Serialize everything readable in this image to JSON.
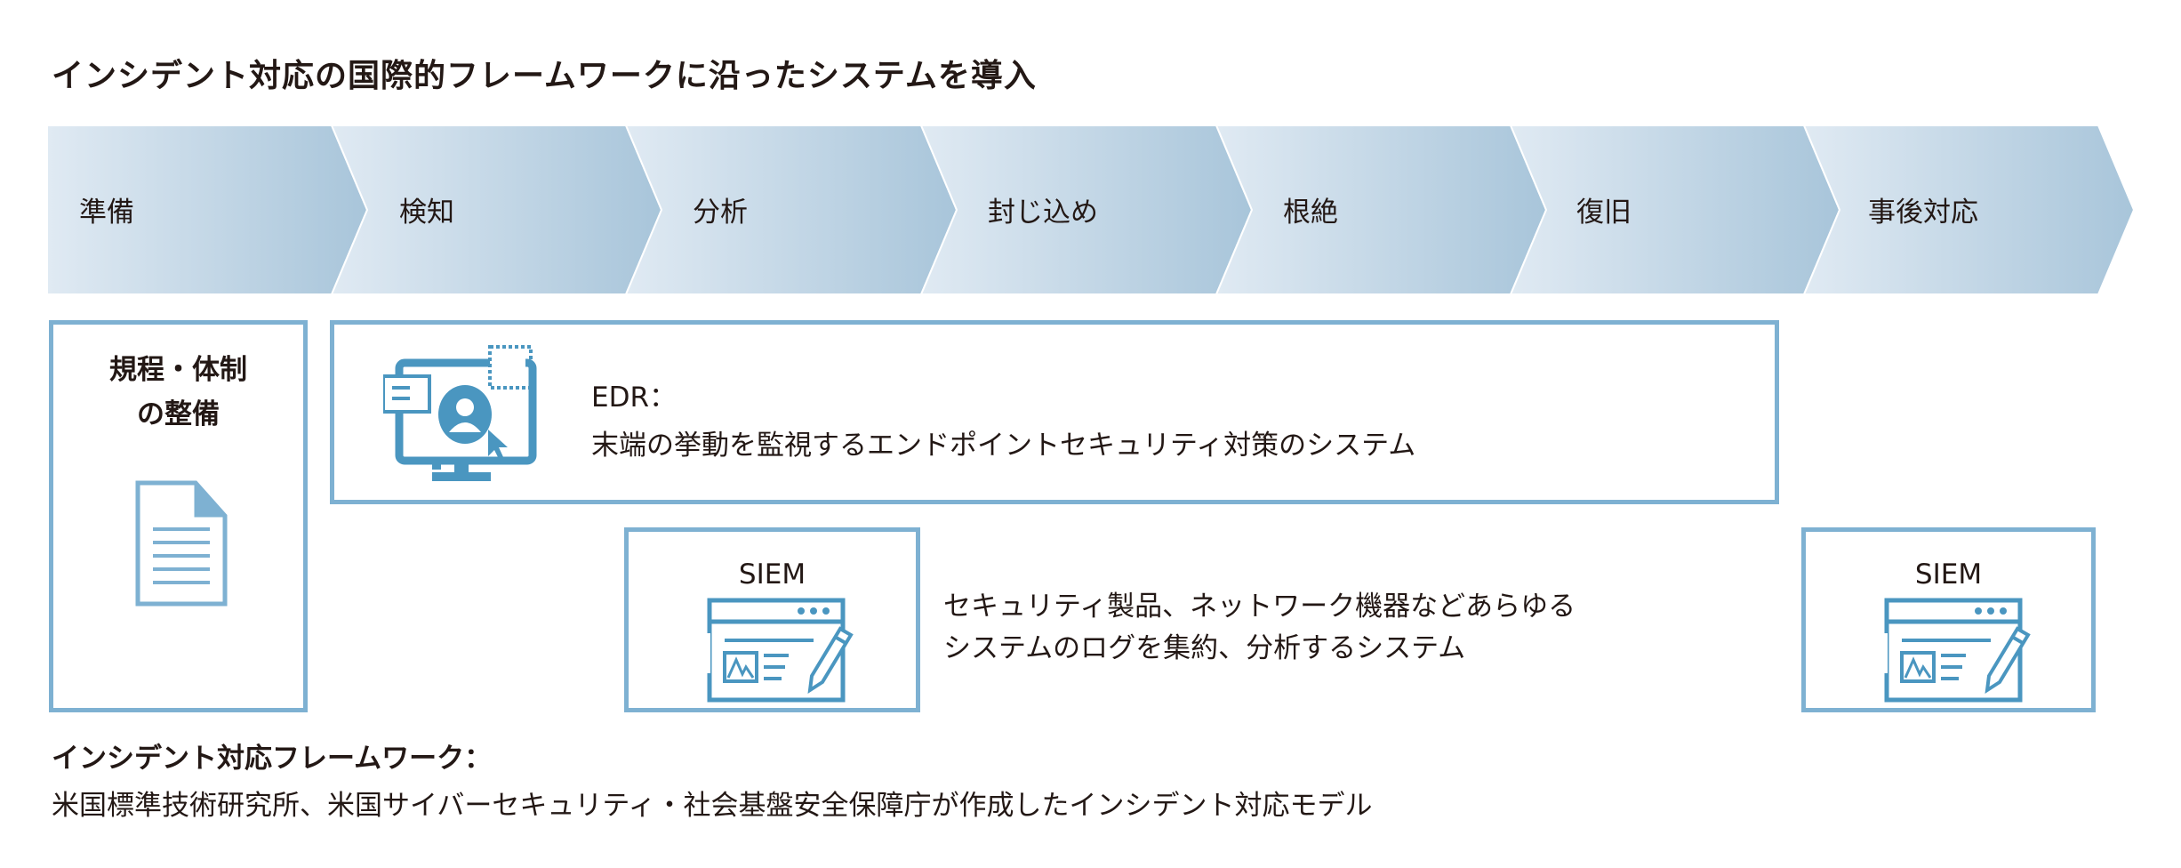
{
  "title": "インシデント対応の国際的フレームワークに沿ったシステムを導入",
  "stages": [
    "準備",
    "検知",
    "分析",
    "封じ込め",
    "根絶",
    "復旧",
    "事後対応"
  ],
  "preparation_box": {
    "line1": "規程・体制",
    "line2": "の整備",
    "icon": "document-icon"
  },
  "edr": {
    "label": "EDR：",
    "description": "末端の挙動を監視するエンドポイントセキュリティ対策のシステム",
    "icon": "monitor-user-icon"
  },
  "siem": {
    "label": "SIEM",
    "description_line1": "セキュリティ製品、ネットワーク機器などあらゆる",
    "description_line2": "システムのログを集約、分析するシステム",
    "icon": "browser-edit-icon"
  },
  "siem2": {
    "label": "SIEM"
  },
  "footer": {
    "heading": "インシデント対応フレームワーク：",
    "text": "米国標準技術研究所、米国サイバーセキュリティ・社会基盤安全保障庁が作成したインシデント対応モデル"
  },
  "colors": {
    "accent": "#4a96c0",
    "border": "#7eb1d2",
    "band_light": "#dfe9f3",
    "band_dark": "#a8c5da"
  }
}
